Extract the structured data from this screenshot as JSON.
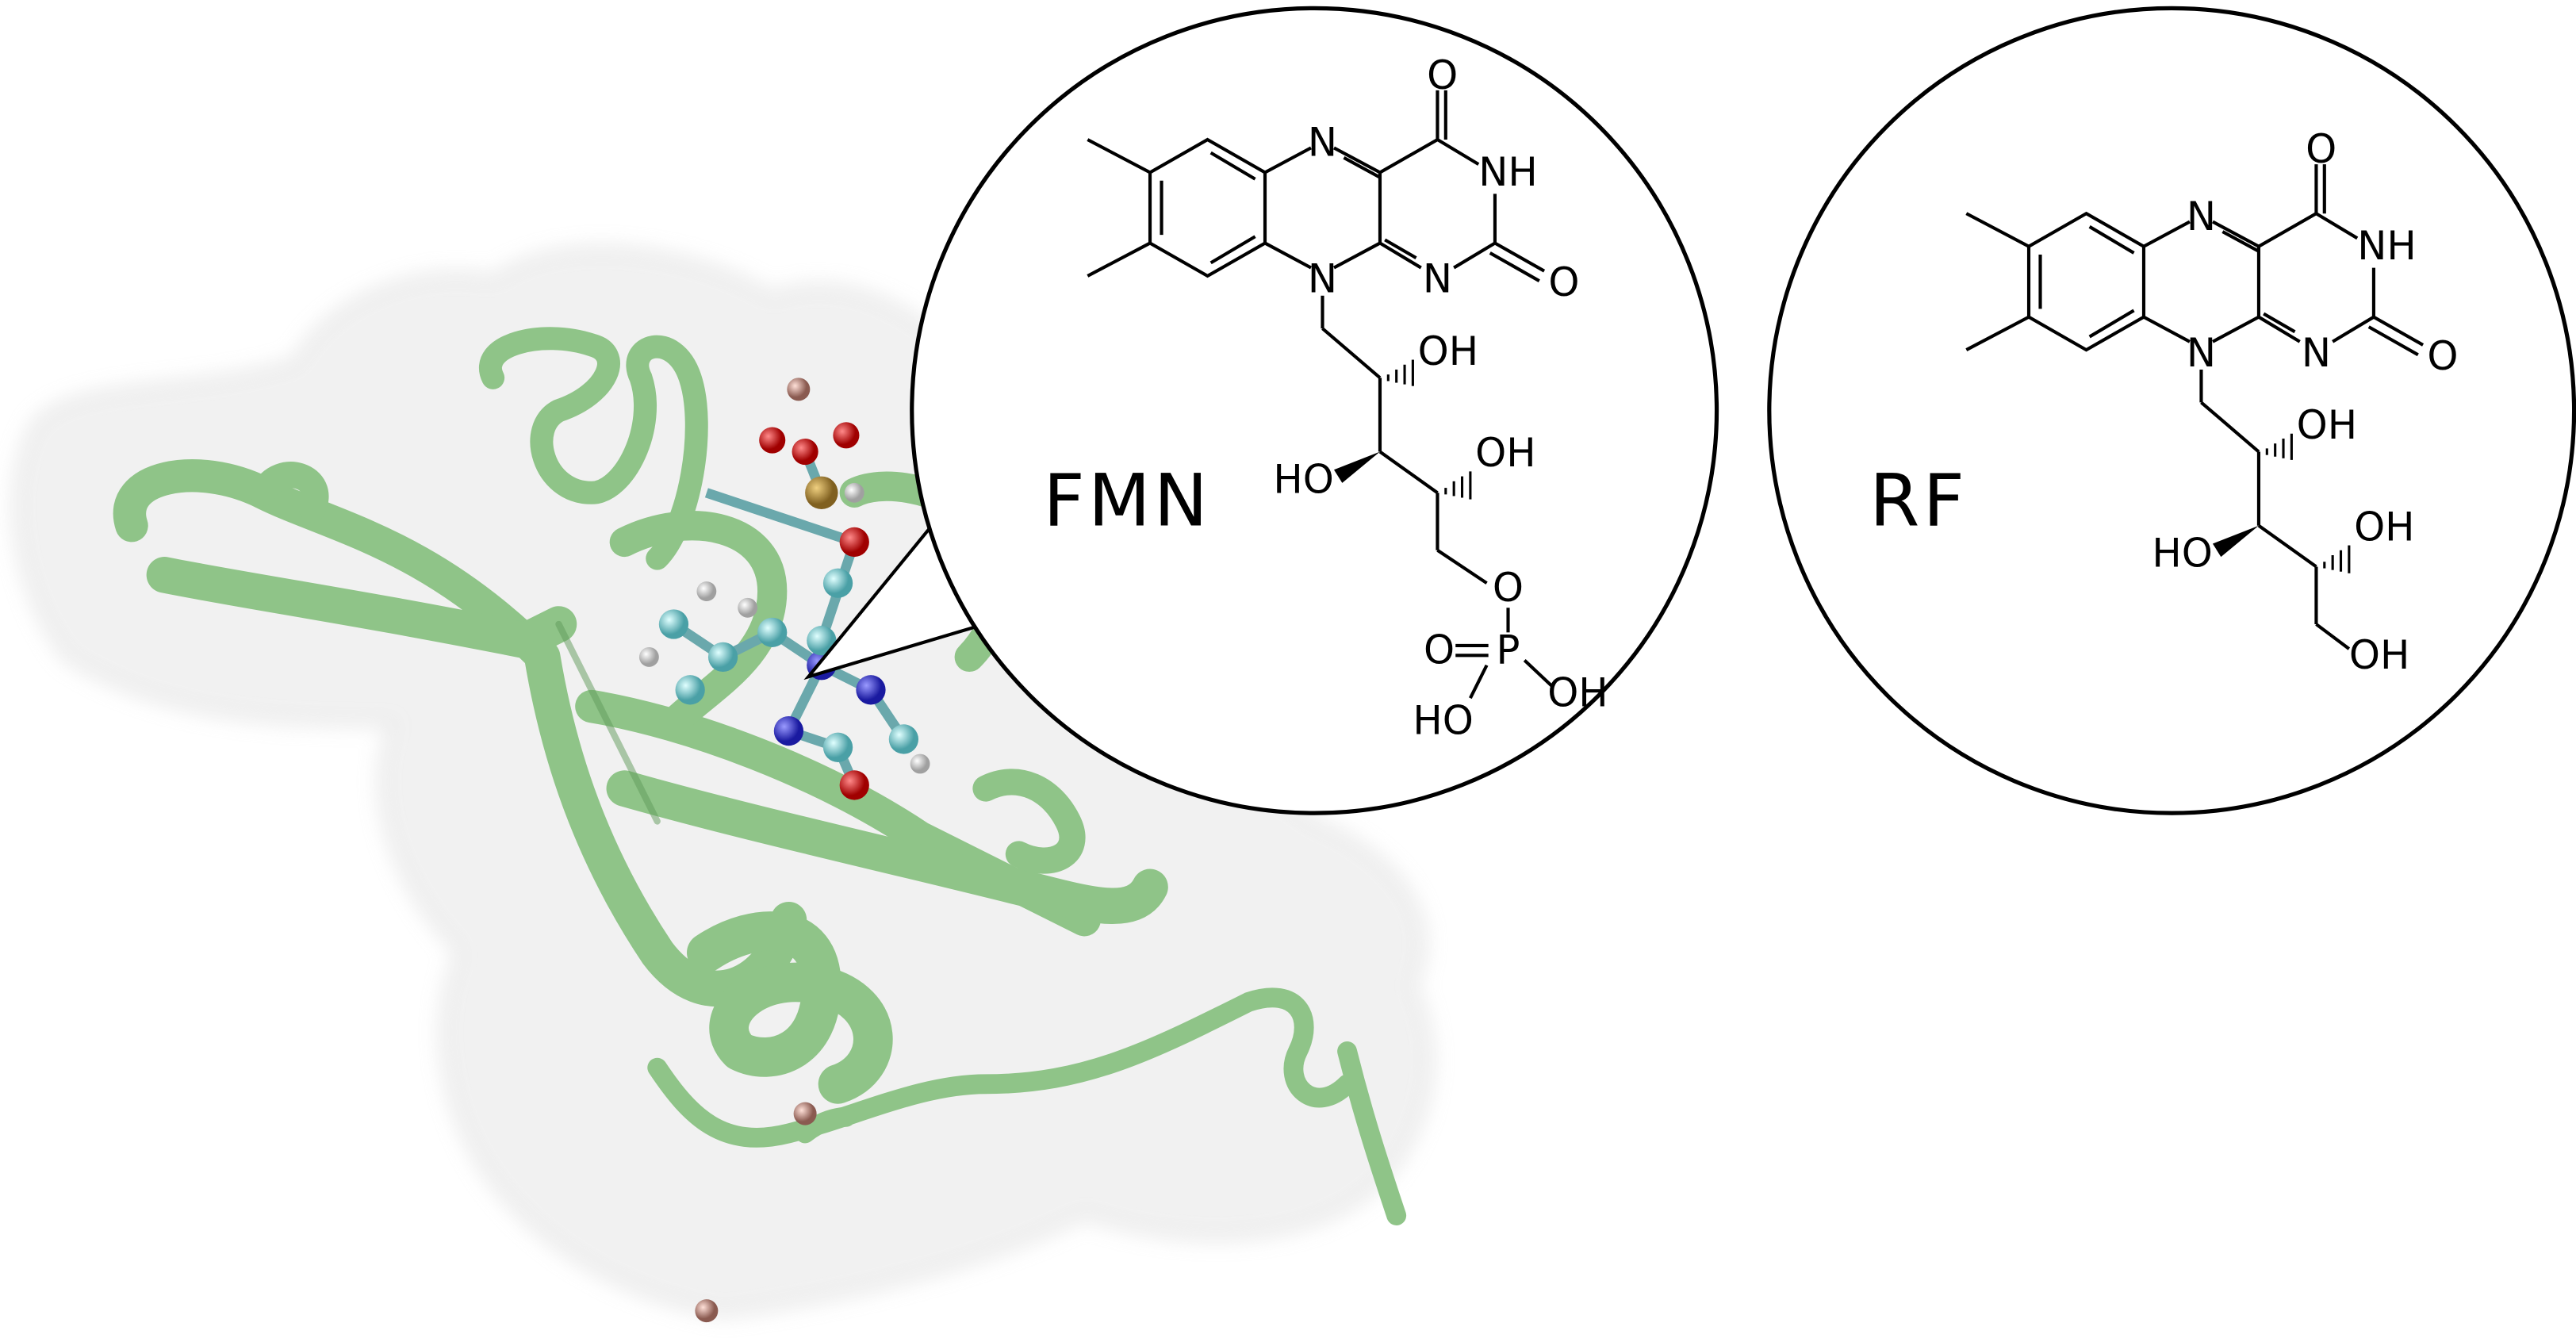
{
  "fmn": {
    "name": "FMN",
    "atoms": {
      "n5": "N",
      "n10": "N",
      "n1": "N",
      "n3": "NH",
      "o4": "O",
      "o2": "O",
      "oh2": "OH",
      "ho3": "HO",
      "oh4": "OH",
      "o5": "O",
      "op": "O",
      "p": "P",
      "ohp1": "OH",
      "ohp2": "HO"
    }
  },
  "rf": {
    "name": "RF",
    "atoms": {
      "n5": "N",
      "n10": "N",
      "n1": "N",
      "n3": "NH",
      "o4": "O",
      "o2": "O",
      "oh2": "OH",
      "ho3": "HO",
      "oh4": "OH",
      "oh5": "OH"
    }
  },
  "colors": {
    "protein": "#8fc488",
    "surface": "#f2f2f2",
    "carbon": "#7ec8cc",
    "nitrogen": "#3a3ad0",
    "oxygen": "#d02020",
    "hydrogen": "#ffffff",
    "phosphorus": "#b08a30",
    "ion": "#d8a8a0"
  }
}
